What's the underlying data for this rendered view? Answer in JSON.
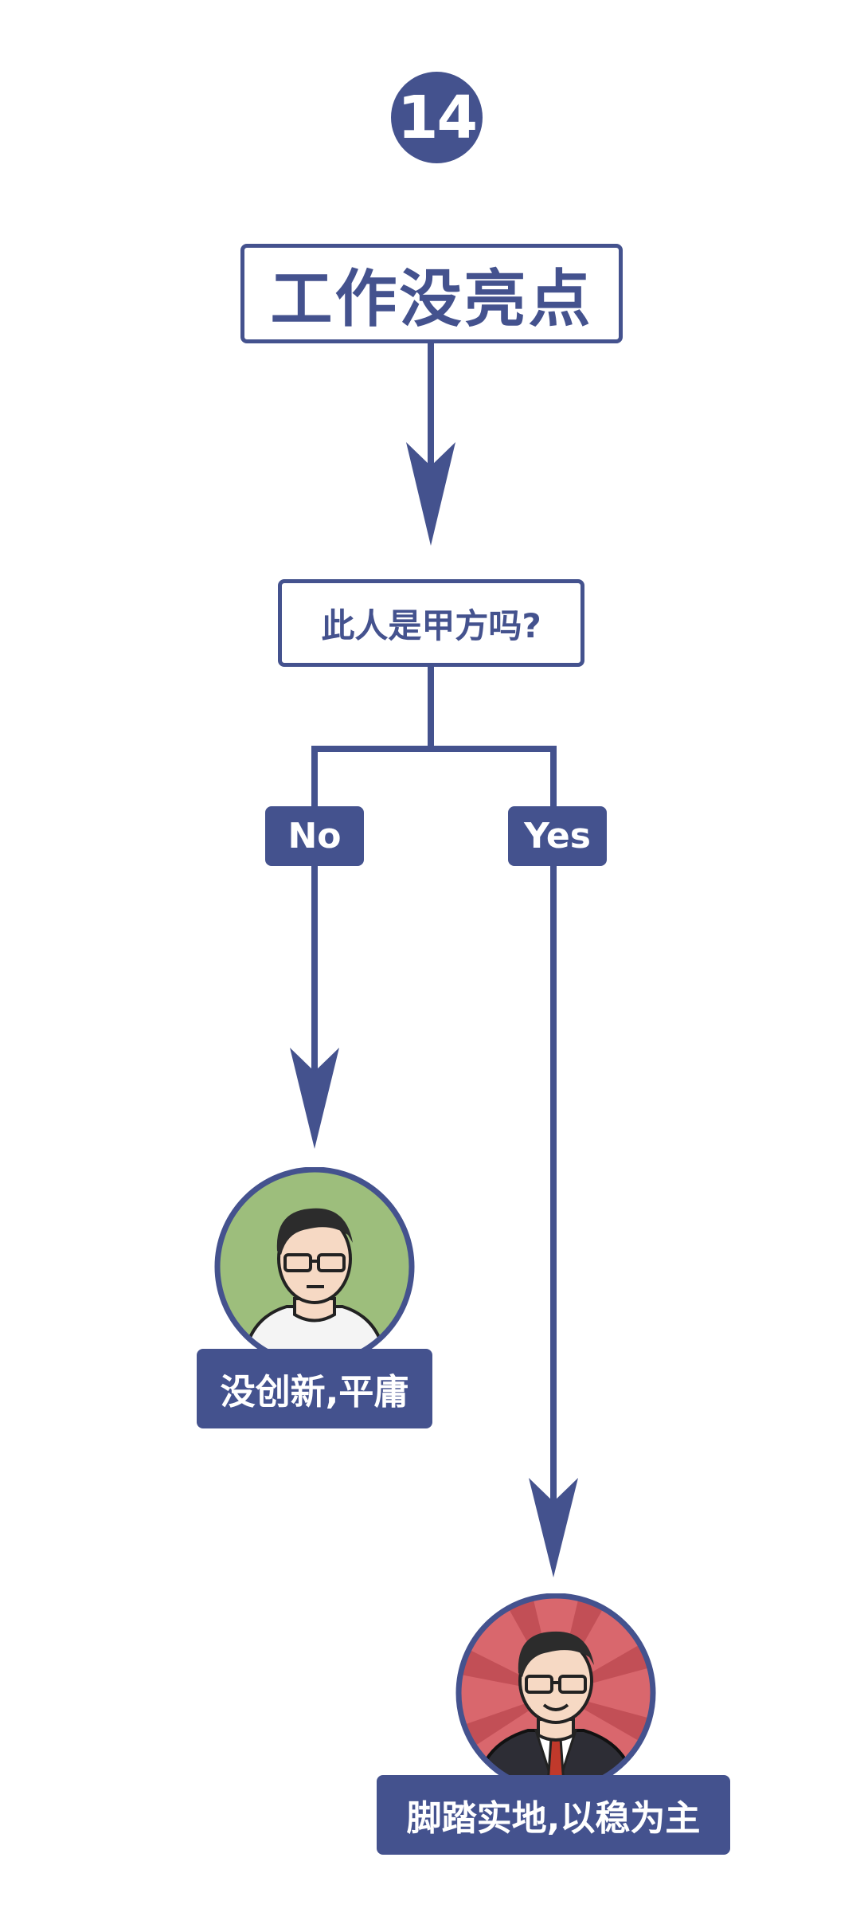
{
  "step_number": "14",
  "title": "工作没亮点",
  "question": "此人是甲方吗?",
  "branches": {
    "no": {
      "label": "No",
      "result": "没创新,平庸"
    },
    "yes": {
      "label": "Yes",
      "result": "脚踏实地,以稳为主"
    }
  },
  "colors": {
    "primary": "#44528e",
    "avatar_no_bg": "#9dbe7c",
    "avatar_yes_bg": "#d9676d"
  },
  "icons": {
    "no_avatar": "casual-man-with-glasses-avatar",
    "yes_avatar": "suited-man-with-glasses-avatar"
  }
}
